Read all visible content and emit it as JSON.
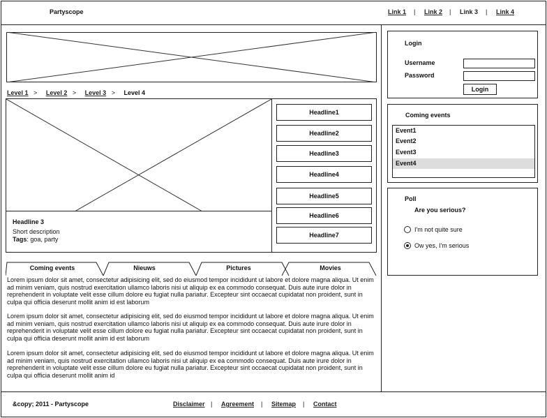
{
  "header": {
    "site_name": "Partyscope",
    "nav": [
      "Link 1",
      "Link 2",
      "Link 3",
      "Link 4"
    ]
  },
  "breadcrumb": [
    "Level 1",
    "Level 2",
    "Level 3",
    "Level 4"
  ],
  "featured": {
    "headline": "Headline 3",
    "description": "Short description",
    "tags_label": "Tags",
    "tags": ": goa, party"
  },
  "headlines": [
    "Headline1",
    "Headline2",
    "Headline3",
    "Headline4",
    "Headline5",
    "Headline6",
    "Headline7"
  ],
  "tabs": [
    "Coming events",
    "Nieuws",
    "Pictures",
    "Movies"
  ],
  "paragraphs": [
    "Lorem ipsum dolor sit amet, consectetur adipisicing elit, sed do eiusmod tempor incididunt ut labore et dolore magna aliqua. Ut enim ad minim veniam, quis nostrud exercitation ullamco laboris nisi ut aliquip ex ea commodo consequat. Duis aute irure dolor in reprehenderit in voluptate velit esse cillum dolore eu fugiat nulla pariatur. Excepteur sint occaecat cupidatat non proident, sunt in culpa qui officia deserunt mollit anim id est laborum",
    "Lorem ipsum dolor sit amet, consectetur adipisicing elit, sed do eiusmod tempor incididunt ut labore et dolore magna aliqua. Ut enim ad minim veniam, quis nostrud exercitation ullamco laboris nisi ut aliquip ex ea commodo consequat. Duis aute irure dolor in reprehenderit in voluptate velit esse cillum dolore eu fugiat nulla pariatur. Excepteur sint occaecat cupidatat non proident, sunt in culpa qui officia deserunt mollit anim id est laborum",
    "Lorem ipsum dolor sit amet, consectetur adipisicing elit, sed do eiusmod tempor incididunt ut labore et dolore magna aliqua. Ut enim ad minim veniam, quis nostrud exercitation ullamco laboris nisi ut aliquip ex ea commodo consequat. Duis aute irure dolor in reprehenderit in voluptate velit esse cillum dolore eu fugiat nulla pariatur. Excepteur sint occaecat cupidatat non proident, sunt in culpa qui officia deserunt mollit anim id"
  ],
  "login": {
    "title": "Login",
    "username_label": "Username",
    "password_label": "Password",
    "username_value": "",
    "password_value": "",
    "button": "Login"
  },
  "events": {
    "title": "Coming events",
    "items": [
      "Event1",
      "Event2",
      "Event3",
      "Event4"
    ],
    "selected_index": 3
  },
  "poll": {
    "title": "Poll",
    "question": "Are you serious?",
    "options": [
      "I'm not quite sure",
      "Ow yes, I'm serious"
    ],
    "selected_index": 1
  },
  "footer": {
    "copyright": "&copy; 2011 - Partyscope",
    "links": [
      "Disclaimer",
      "Agreement",
      "Sitemap",
      "Contact"
    ]
  },
  "colors": {
    "line": "#222222",
    "selected_row": "#dddddd"
  }
}
